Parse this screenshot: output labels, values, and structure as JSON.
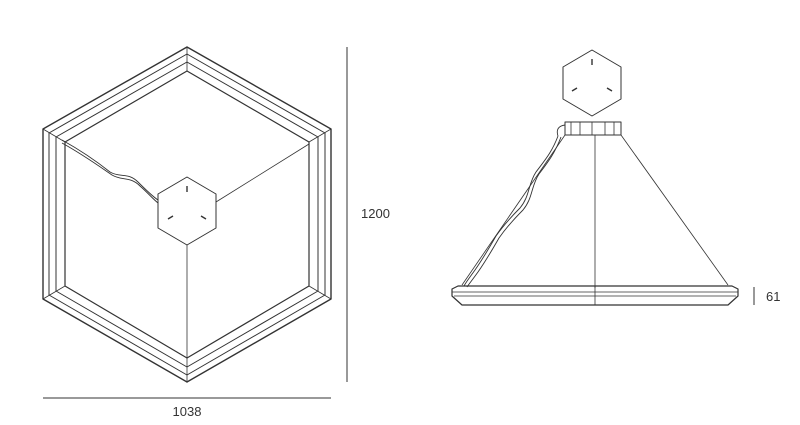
{
  "dimensions": {
    "width": "1038",
    "height": "1200",
    "ring_thickness": "61"
  },
  "colors": {
    "line": "#333333",
    "background": "#ffffff"
  }
}
